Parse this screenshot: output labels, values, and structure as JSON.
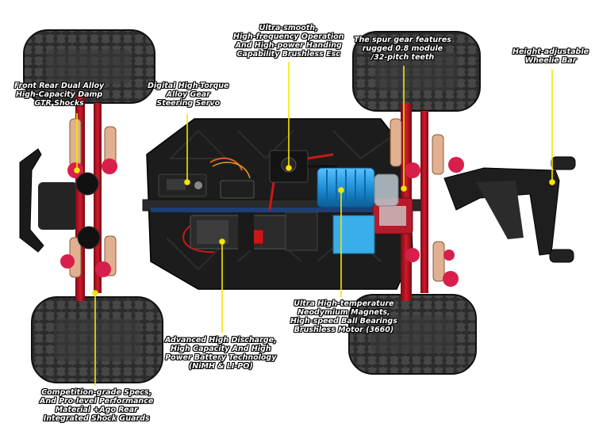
{
  "colors": {
    "background": "#ffffff",
    "chassis": "#1c1c1c",
    "tire": "#2a2a2a",
    "aluminum_red": "#b3101e",
    "motor_blue": "#1f8fd6",
    "callout_line": "#f5e400",
    "label_text": "#ffffff",
    "label_outline": "#000000"
  },
  "callouts": {
    "shocks": [
      "Front Rear Dual Alloy",
      "High-Capacity Damp",
      "GTR Shocks"
    ],
    "servo": [
      "Digital High-Torque",
      "Alloy Gear",
      "Steering Servo"
    ],
    "esc": [
      "Ultra-smooth,",
      "High-frequency Operation",
      "And High-power Handing",
      "Capability Brushless Esc"
    ],
    "spur_gear": [
      "The spur gear features",
      "rugged 0.8 module",
      "/32-pitch teeth"
    ],
    "wheelie_bar": [
      "Height-adjustable",
      "Wheelie Bar"
    ],
    "motor": [
      "Ultra High-temperature",
      "Neodymium Magnets,",
      "High-speed Ball Bearings",
      "Brushless Motor (3660)"
    ],
    "battery": [
      "Advanced High Discharge,",
      "High Capacity And High",
      "Power Battery Technology",
      "(NiMH & LI-PO)"
    ],
    "shock_guards": [
      "Competition-grade Specs,",
      "And Pro-level Performance",
      "Material +Ago Rear",
      "Integrated Shock Guards"
    ]
  }
}
